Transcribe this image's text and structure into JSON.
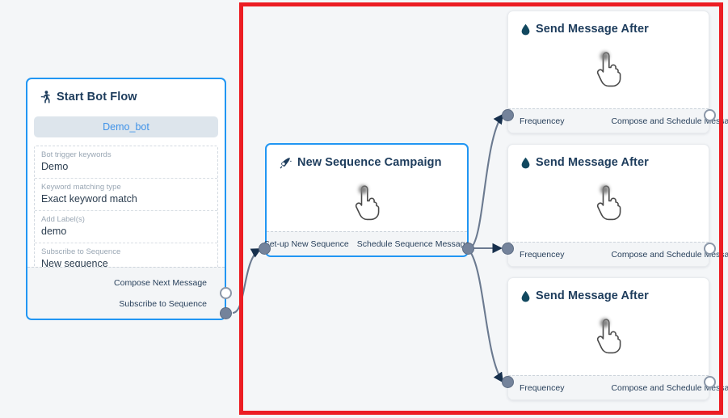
{
  "canvas": {
    "background_color": "#f4f6f8",
    "highlight_color": "#ec1d24"
  },
  "nodes": {
    "start_bot_flow": {
      "title": "Start Bot Flow",
      "icon": "running-person-icon",
      "bot_pill_label": "Demo_bot",
      "fields": [
        {
          "label": "Bot trigger keywords",
          "value": "Demo"
        },
        {
          "label": "Keyword matching type",
          "value": "Exact keyword match"
        },
        {
          "label": "Add Label(s)",
          "value": "demo"
        },
        {
          "label": "Subscribe to Sequence",
          "value": "New sequence"
        }
      ],
      "ports": [
        {
          "label": "Compose Next Message",
          "state": "hollow"
        },
        {
          "label": "Subscribe to Sequence",
          "state": "filled"
        }
      ]
    },
    "new_sequence_campaign": {
      "title": "New Sequence Campaign",
      "icon": "megaphone-icon",
      "body_icon": "hand-pointer-cursor",
      "ports_in": [
        {
          "label": "Set-up New Sequence",
          "state": "filled"
        }
      ],
      "ports_out": [
        {
          "label": "Schedule Sequence Message",
          "state": "filled"
        }
      ]
    },
    "send_message_cards": [
      {
        "title": "Send Message After",
        "icon": "water-drop-icon",
        "body_icon": "hand-pointer-cursor",
        "in_port_label": "Frequencey",
        "out_port_label": "Compose and Schedule Message",
        "in_port_state": "filled",
        "out_port_state": "hollow"
      },
      {
        "title": "Send Message After",
        "icon": "water-drop-icon",
        "body_icon": "hand-pointer-cursor",
        "in_port_label": "Frequencey",
        "out_port_label": "Compose and Schedule Message",
        "in_port_state": "filled",
        "out_port_state": "hollow"
      },
      {
        "title": "Send Message After",
        "icon": "water-drop-icon",
        "body_icon": "hand-pointer-cursor",
        "in_port_label": "Frequencey",
        "out_port_label": "Compose and Schedule Message",
        "in_port_state": "filled",
        "out_port_state": "hollow"
      }
    ]
  }
}
